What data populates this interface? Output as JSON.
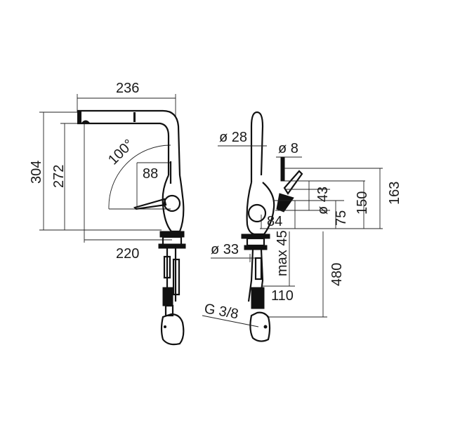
{
  "drawing": {
    "front_view": {
      "width_top": "236",
      "height_overall": "304",
      "height_spout": "272",
      "swivel_angle": "100°",
      "handle_offset": "88",
      "base_span": "220"
    },
    "side_view": {
      "spout_diameter": "ø 28",
      "aerator_diameter": "ø 8",
      "body_diameter": "ø 43",
      "lever_height": "150",
      "overall_height": "163",
      "base_diameter": "ø 33",
      "body_offset": "84",
      "height_75": "75",
      "max_deck": "max 45",
      "hose_length": "480",
      "reach": "110",
      "thread": "G 3/8"
    }
  }
}
